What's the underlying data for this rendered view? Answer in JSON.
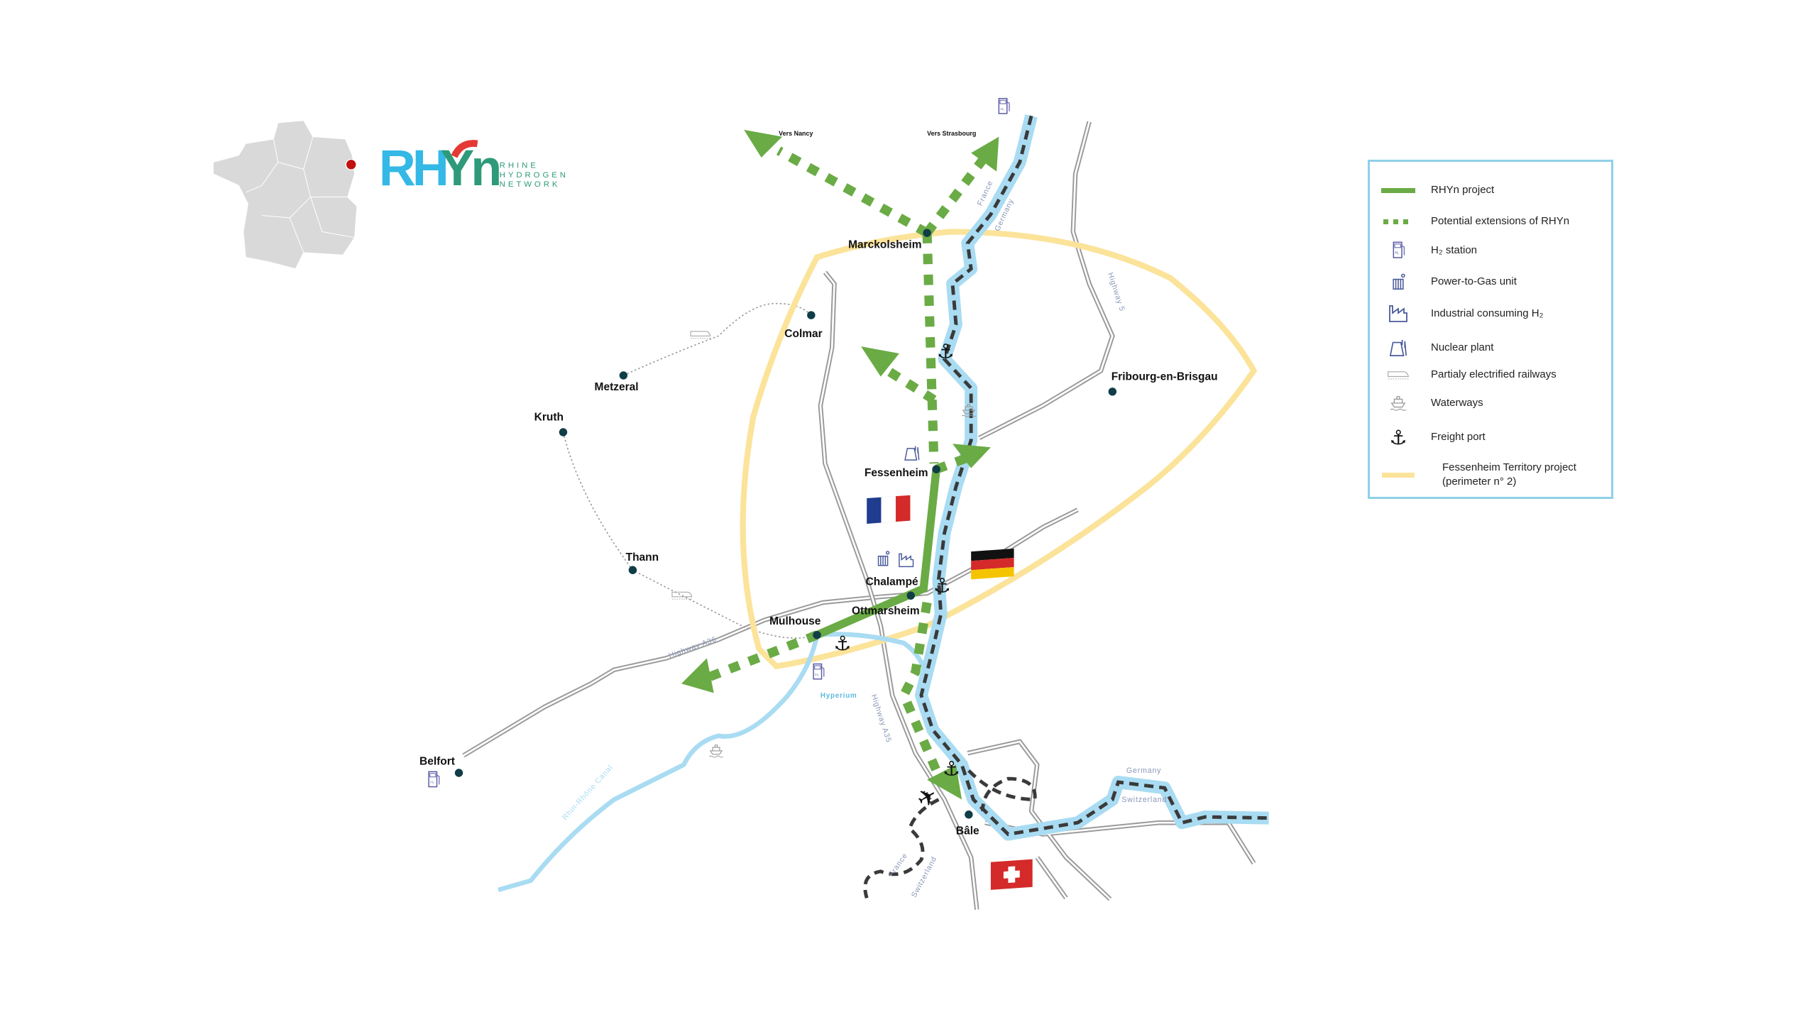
{
  "logo": {
    "text": "RHYn",
    "sub": [
      "RHINE",
      "HYDROGEN",
      "NETWORK"
    ]
  },
  "colors": {
    "rhyn_green": "#6aab45",
    "river": "#a9dcf2",
    "perimeter": "#fbe39a",
    "highway": "#9a9a9a",
    "border": "#3a3a3a",
    "city_dot": "#0f3d48",
    "france_map": "#d9d9d9",
    "location_dot": "#c0100f",
    "legend_border": "#8fd0e8"
  },
  "directions": {
    "nancy": "Vers Nancy",
    "strasbourg": "Vers Strasbourg"
  },
  "cities": {
    "marckolsheim": "Marckolsheim",
    "colmar": "Colmar",
    "metzeral": "Metzeral",
    "kruth": "Kruth",
    "thann": "Thann",
    "fessenheim": "Fessenheim",
    "chalampe": "Chalampé",
    "ottmarsheim": "Ottmarsheim",
    "mulhouse": "Mulhouse",
    "fribourg": "Fribourg-en-Brisgau",
    "belfort": "Belfort",
    "bale": "Bâle"
  },
  "map_labels": {
    "highway_5": "Highway 5",
    "highway_a36": "Highway A36",
    "highway_a35": "Highway A35",
    "canal": "Rhin-Rhône Canal",
    "hyperium": "Hyperium",
    "border_france_1": "France",
    "border_germany_1": "Germany",
    "border_germany_2": "Germany",
    "border_switzerland_2": "Switzerland",
    "border_france_3": "France",
    "border_switzerland_3": "Switzerland"
  },
  "icons": [
    "h2-station-icon",
    "power-to-gas-icon",
    "industry-icon",
    "nuclear-plant-icon",
    "railway-icon",
    "waterway-icon",
    "anchor-icon",
    "airplane-icon",
    "flag-france",
    "flag-germany",
    "flag-switzerland"
  ],
  "legend": {
    "items": [
      {
        "label": "RHYn project",
        "icon": "solid-green-line"
      },
      {
        "label": "Potential extensions of RHYn",
        "icon": "dotted-green-line"
      },
      {
        "label": "H₂ station",
        "icon": "h2-station-icon"
      },
      {
        "label": "Power-to-Gas unit",
        "icon": "power-to-gas-icon"
      },
      {
        "label": "Industrial consuming H₂",
        "icon": "industry-icon"
      },
      {
        "label": "Nuclear plant",
        "icon": "nuclear-plant-icon"
      },
      {
        "label": "Partialy electrified railways",
        "icon": "railway-icon"
      },
      {
        "label": "Waterways",
        "icon": "waterway-icon"
      },
      {
        "label": "Freight port",
        "icon": "anchor-icon"
      },
      {
        "label": "Fessenheim Territory project",
        "label2": "(perimeter n° 2)",
        "icon": "yellow-line"
      }
    ]
  }
}
